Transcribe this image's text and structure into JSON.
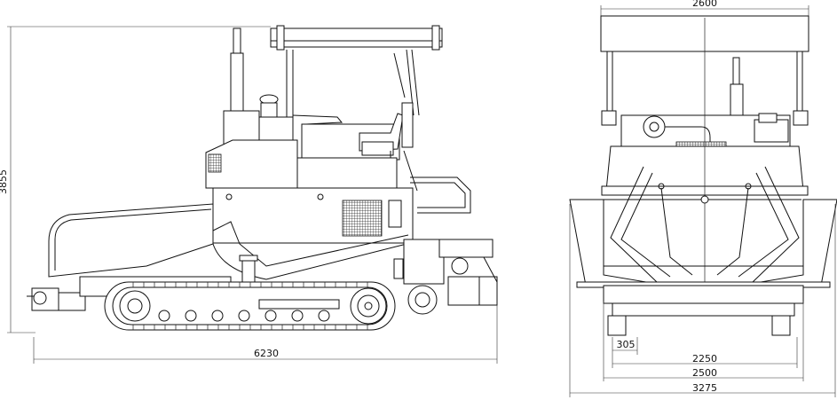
{
  "side_view": {
    "length_label": "6230",
    "height_label": "3855"
  },
  "front_view": {
    "top_width_label": "2600",
    "track_label": "305",
    "dim_2250_label": "2250",
    "dim_2500_label": "2500",
    "dim_3275_label": "3275"
  }
}
